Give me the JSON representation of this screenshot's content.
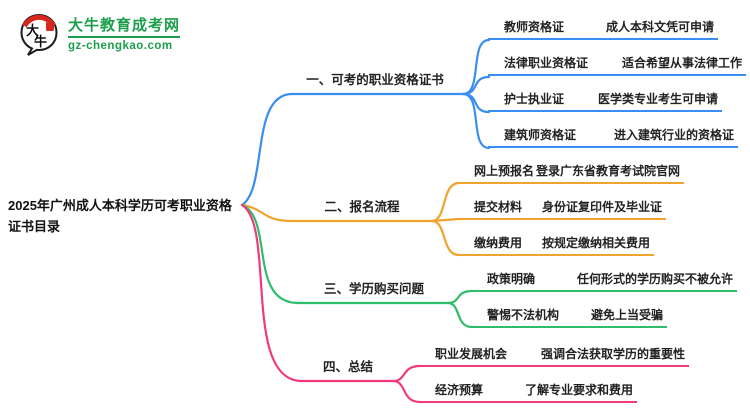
{
  "logo": {
    "bubble_text": "大牛",
    "site_name": "大牛教育成考网",
    "site_url": "gz-chengkao.com",
    "brand_green": "#1c9e4c",
    "brand_red": "#d7281e",
    "outline_black": "#1c1c1c"
  },
  "mindmap": {
    "root_label": "2025年广州成人本科学历可考职业资格证书目录",
    "branches": [
      {
        "label": "一、可考的职业资格证书",
        "color": "#3a8ef0",
        "children": [
          {
            "label": "教师资格证",
            "detail": "成人本科文凭可申请"
          },
          {
            "label": "法律职业资格证",
            "detail": "适合希望从事法律工作"
          },
          {
            "label": "护士执业证",
            "detail": "医学类专业考生可申请"
          },
          {
            "label": "建筑师资格证",
            "detail": "进入建筑行业的资格证"
          }
        ]
      },
      {
        "label": "二、报名流程",
        "color": "#f0a42e",
        "children": [
          {
            "label": "网上预报名",
            "detail": "登录广东省教育考试院官网"
          },
          {
            "label": "提交材料",
            "detail": "身份证复印件及毕业证"
          },
          {
            "label": "缴纳费用",
            "detail": "按规定缴纳相关费用"
          }
        ]
      },
      {
        "label": "三、学历购买问题",
        "color": "#2dbe6c",
        "children": [
          {
            "label": "政策明确",
            "detail": "任何形式的学历购买不被允许"
          },
          {
            "label": "警惕不法机构",
            "detail": "避免上当受骗"
          }
        ]
      },
      {
        "label": "四、总结",
        "color": "#f2397e",
        "children": [
          {
            "label": "职业发展机会",
            "detail": "强调合法获取学历的重要性"
          },
          {
            "label": "经济预算",
            "detail": "了解专业要求和费用"
          }
        ]
      }
    ]
  }
}
